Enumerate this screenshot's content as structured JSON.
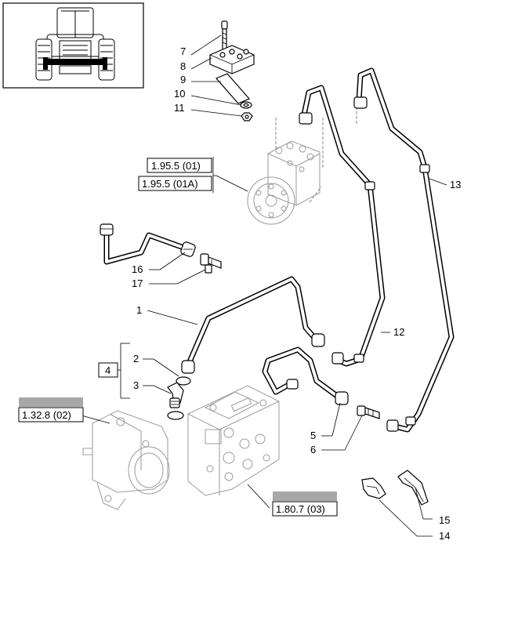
{
  "callouts": {
    "c1": "1",
    "c2": "2",
    "c3": "3",
    "c4": "4",
    "c5": "5",
    "c6": "6",
    "c7": "7",
    "c8": "8",
    "c9": "9",
    "c10": "10",
    "c11": "11",
    "c12": "12",
    "c13": "13",
    "c14": "14",
    "c15": "15",
    "c16": "16",
    "c17": "17"
  },
  "references": {
    "ref_1955_01": "1.95.5 (01)",
    "ref_1955_01a": "1.95.5 (01A)",
    "ref_1328_02": "1.32.8 (02)",
    "ref_1807_03": "1.80.7 (03)"
  },
  "colors": {
    "line": "#000000",
    "ghost": "#8a8a8a",
    "ref_tab": "#a8a8a8"
  }
}
